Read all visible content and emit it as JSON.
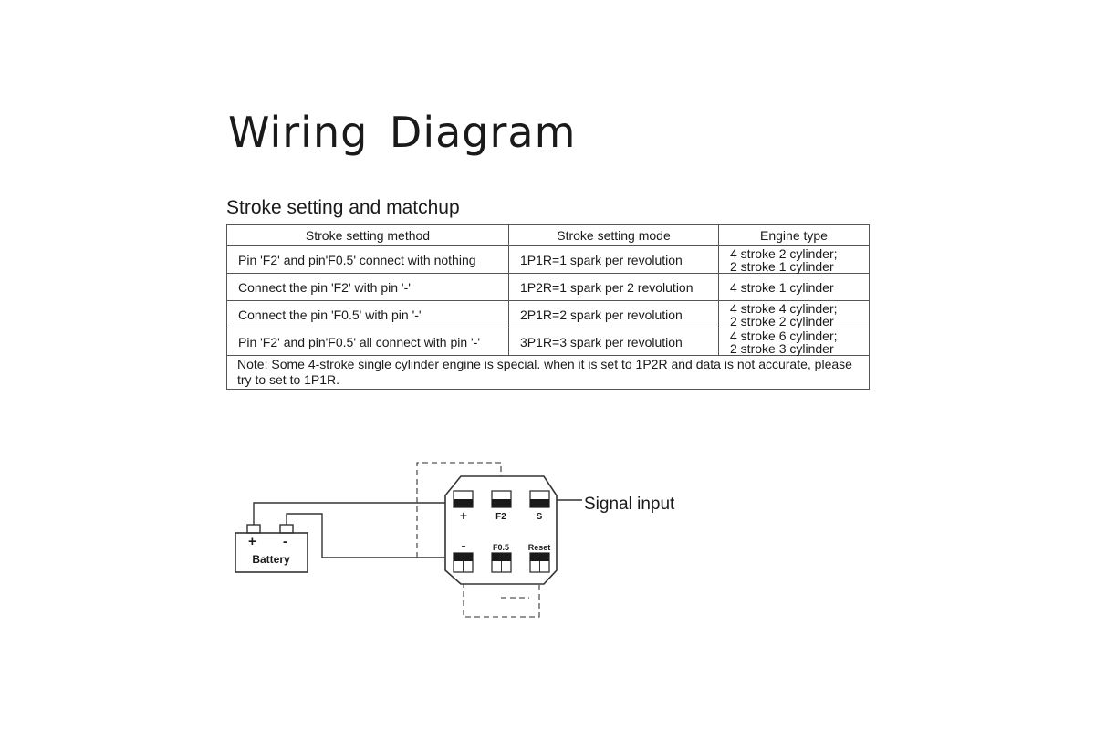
{
  "title": "Wiring Diagram",
  "subtitle": "Stroke setting and matchup",
  "table": {
    "headers": [
      "Stroke setting method",
      "Stroke setting mode",
      "Engine type"
    ],
    "rows": [
      {
        "method": "Pin 'F2' and pin'F0.5' connect with nothing",
        "mode": "1P1R=1 spark per revolution",
        "engine": [
          "4 stroke 2 cylinder;",
          "2 stroke 1 cylinder"
        ]
      },
      {
        "method": "Connect the pin 'F2' with pin '-'",
        "mode": "1P2R=1 spark per 2 revolution",
        "engine": [
          "4 stroke 1 cylinder"
        ]
      },
      {
        "method": "Connect the pin 'F0.5' with pin '-'",
        "mode": "2P1R=2 spark per revolution",
        "engine": [
          "4 stroke 4 cylinder;",
          "2 stroke 2 cylinder"
        ]
      },
      {
        "method": "Pin 'F2' and pin'F0.5' all connect with pin '-'",
        "mode": "3P1R=3 spark per revolution",
        "engine": [
          "4 stroke 6 cylinder;",
          "2 stroke 3 cylinder"
        ]
      }
    ],
    "note": "Note: Some 4-stroke single cylinder engine is special. when it is set to 1P2R and data is not accurate, please try to set to 1P1R."
  },
  "diagram": {
    "battery": {
      "label": "Battery",
      "plus": "+",
      "minus": "-"
    },
    "pins": {
      "plus": "+",
      "f2": "F2",
      "s": "S",
      "minus": "-",
      "f05": "F0.5",
      "reset": "Reset"
    },
    "signal_input": "Signal input"
  },
  "colors": {
    "ink": "#1a1a1a",
    "line": "#333333",
    "dashed": "#555555"
  }
}
